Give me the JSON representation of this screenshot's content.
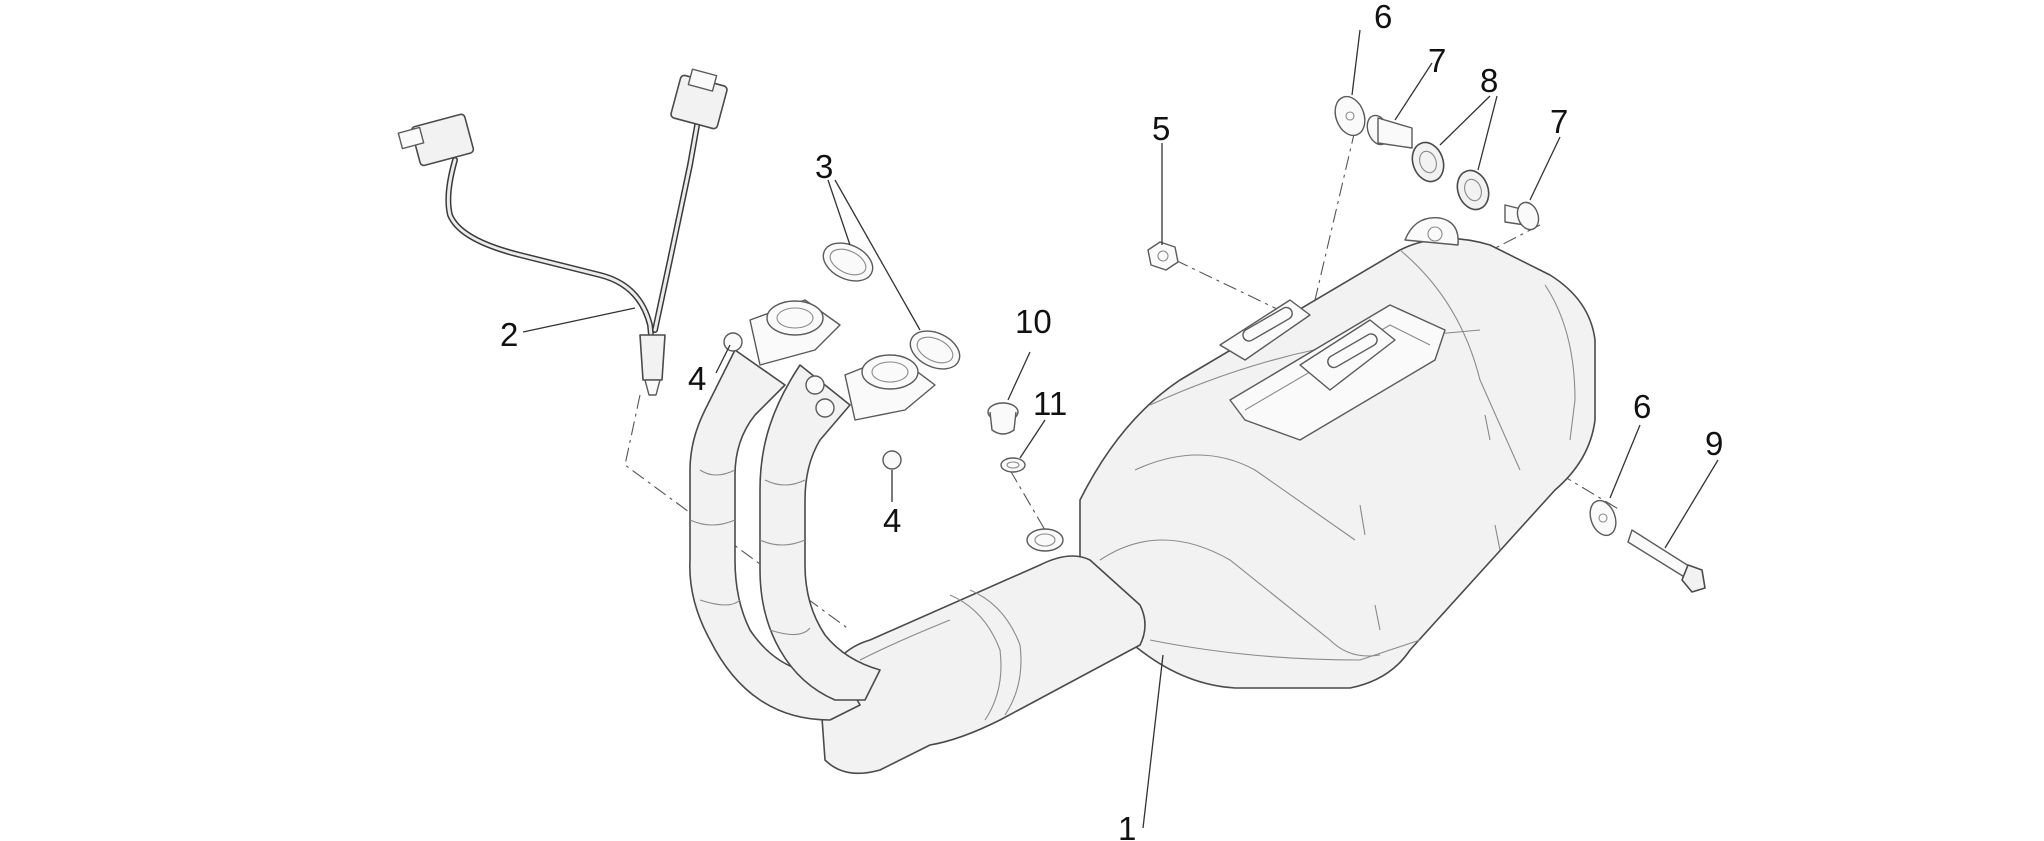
{
  "callouts": {
    "c1": "1",
    "c2": "2",
    "c3": "3",
    "c4a": "4",
    "c4b": "4",
    "c5": "5",
    "c6a": "6",
    "c6b": "6",
    "c7a": "7",
    "c7b": "7",
    "c8": "8",
    "c9": "9",
    "c10": "10",
    "c11": "11"
  }
}
